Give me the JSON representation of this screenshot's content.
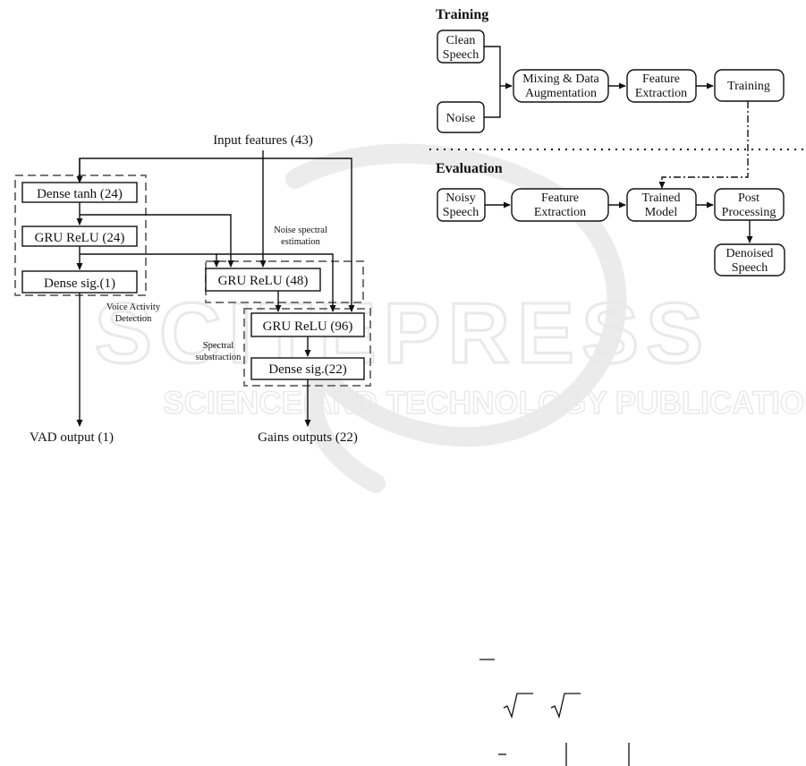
{
  "watermark": {
    "brand": "SCITEPRESS",
    "tagline": "SCIENCE AND TECHNOLOGY PUBLICATIONS"
  },
  "left_diagram": {
    "input": "Input features (43)",
    "dense_tanh": "Dense tanh (24)",
    "gru1": "GRU ReLU (24)",
    "dense_sig1": "Dense sig.(1)",
    "gru2": "GRU ReLU (48)",
    "gru3": "GRU ReLU (96)",
    "dense_sig22": "Dense sig.(22)",
    "vad_group_line1": "Voice Activity",
    "vad_group_line2": "Detection",
    "noise_group_line1": "Noise spectral",
    "noise_group_line2": "estimation",
    "spectral_group_line1": "Spectral",
    "spectral_group_line2": "substraction",
    "vad_output": "VAD output (1)",
    "gains_output": "Gains outputs (22)"
  },
  "right_diagram": {
    "training_header": "Training",
    "evaluation_header": "Evaluation",
    "clean_speech_1": "Clean",
    "clean_speech_2": "Speech",
    "noise": "Noise",
    "mixing_1": "Mixing & Data",
    "mixing_2": "Augmentation",
    "feature_extraction_1": "Feature",
    "feature_extraction_2": "Extraction",
    "training": "Training",
    "noisy_speech_1": "Noisy",
    "noisy_speech_2": "Speech",
    "eval_feature_1": "Feature",
    "eval_feature_2": "Extraction",
    "trained_model_1": "Trained",
    "trained_model_2": "Model",
    "post_processing_1": "Post",
    "post_processing_2": "Processing",
    "denoised_1": "Denoised",
    "denoised_2": "Speech"
  }
}
